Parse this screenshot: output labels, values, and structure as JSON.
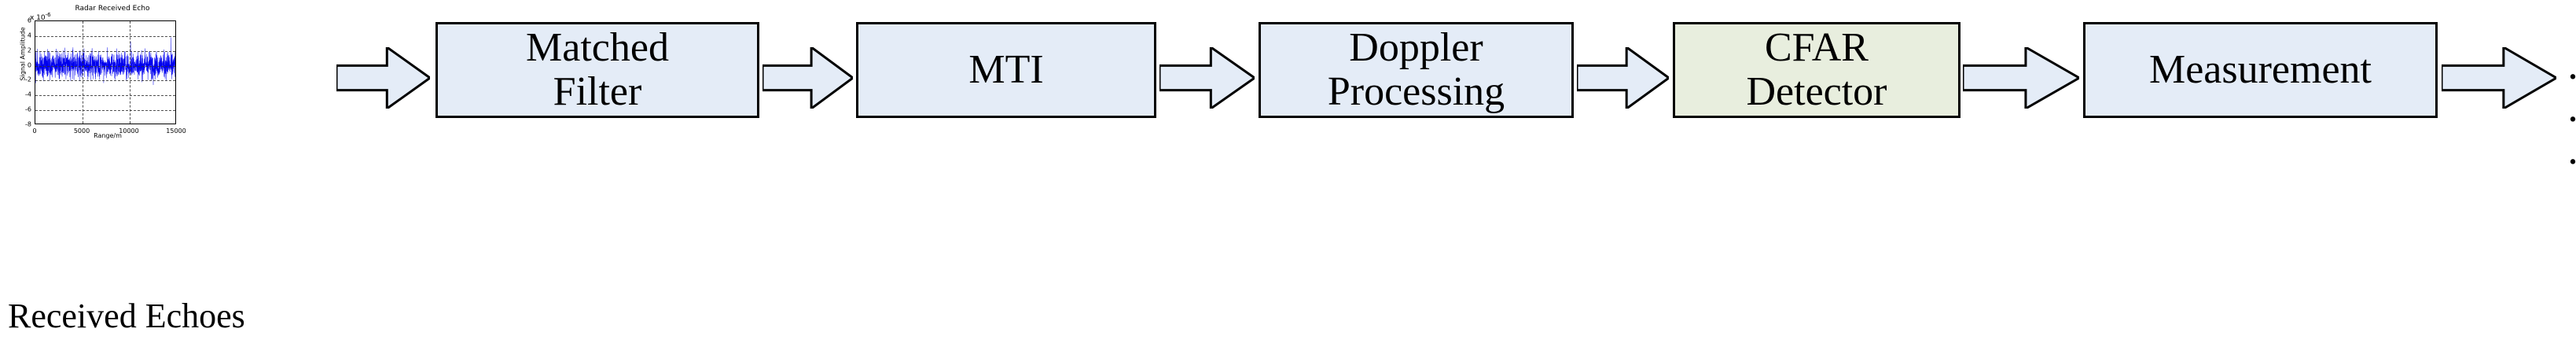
{
  "figure": {
    "caption": "Received Echoes",
    "ellipsis": "· · ·"
  },
  "chart_data": {
    "type": "line",
    "title": "Radar Received Echo",
    "xlabel": "Range/m",
    "ylabel": "Signal Amplitude",
    "exponent_label": "x 10",
    "exponent_power": "-6",
    "xlim": [
      0,
      15000
    ],
    "ylim": [
      -8,
      6
    ],
    "xticks": [
      0,
      5000,
      10000,
      15000
    ],
    "xticklabels": [
      "0",
      "5000",
      "10000",
      "15000"
    ],
    "yticks": [
      -8,
      -6,
      -4,
      -2,
      0,
      2,
      4,
      6
    ],
    "yticklabels": [
      "-8",
      "-6",
      "-4",
      "-2",
      "0",
      "2",
      "4",
      "6"
    ],
    "grid": true,
    "legend": "none",
    "series": [
      {
        "name": "Received Echo",
        "color": "#0000ee",
        "description": "Dense zero-mean noise-like radar return, amplitude scale 1e-6, envelope mostly within -6 to 5, sampled across 0-15000 m range."
      }
    ]
  },
  "pipeline": {
    "blocks": [
      {
        "id": "matched-filter",
        "label": "Matched\nFilter",
        "fill": "#e4ecf7"
      },
      {
        "id": "mti",
        "label": "MTI",
        "fill": "#e4ecf7"
      },
      {
        "id": "doppler-processing",
        "label": "Doppler\nProcessing",
        "fill": "#e4ecf7"
      },
      {
        "id": "cfar-detector",
        "label": "CFAR\nDetector",
        "fill": "#e8eede"
      },
      {
        "id": "measurement",
        "label": "Measurement",
        "fill": "#e4ecf7"
      }
    ],
    "arrows": [
      "arrow-1",
      "arrow-2",
      "arrow-3",
      "arrow-4",
      "arrow-5",
      "arrow-6"
    ]
  },
  "colors": {
    "box_blue": "#e4ecf7",
    "box_green": "#e8eede",
    "outline": "#000000",
    "trace": "#0000ee"
  }
}
